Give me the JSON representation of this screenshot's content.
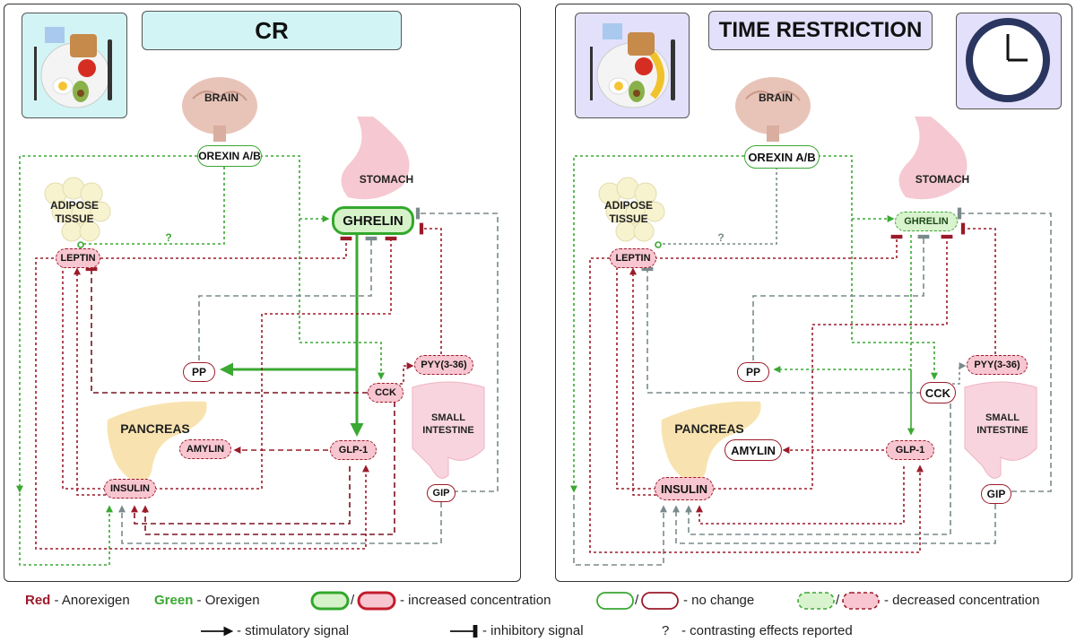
{
  "panels": [
    {
      "title": "CR",
      "labels": {
        "brain": "BRAIN",
        "stomach": "STOMACH",
        "adipose": "ADIPOSE\nTISSUE",
        "pancreas": "PANCREAS",
        "intestine": "SMALL\nINTESTINE"
      },
      "nodes": {
        "orexin": "OREXIN A/B",
        "ghrelin": "GHRELIN",
        "leptin": "LEPTIN",
        "pp": "PP",
        "pyy": "PYY(3-36)",
        "cck": "CCK",
        "amylin": "AMYLIN",
        "glp1": "GLP-1",
        "insulin": "INSULIN",
        "gip": "GIP"
      },
      "question_mark": "?"
    },
    {
      "title": "TIME RESTRICTION",
      "labels": {
        "brain": "BRAIN",
        "stomach": "STOMACH",
        "adipose": "ADIPOSE\nTISSUE",
        "pancreas": "PANCREAS",
        "intestine": "SMALL\nINTESTINE"
      },
      "nodes": {
        "orexin": "OREXIN A/B",
        "ghrelin": "GHRELIN",
        "leptin": "LEPTIN",
        "pp": "PP",
        "pyy": "PYY(3-36)",
        "cck": "CCK",
        "amylin": "AMYLIN",
        "glp1": "GLP-1",
        "insulin": "INSULIN",
        "gip": "GIP"
      },
      "question_mark": "?"
    }
  ],
  "legend": {
    "red_word": "Red",
    "red_desc": "- Anorexigen",
    "green_word": "Green",
    "green_desc": "- Orexigen",
    "slash": "/",
    "increased": "- increased concentration",
    "no_change": "- no change",
    "decreased": "- decreased concentration",
    "stimulatory": "- stimulatory signal",
    "inhibitory": "- inhibitory signal",
    "question": "?",
    "contrasting": "- contrasting effects reported"
  },
  "colors": {
    "green": "#3aa832",
    "red": "#9b1b2a",
    "gray": "#7a8a8c",
    "cr_title_bg": "#d3f4f4",
    "tr_title_bg": "#e3e0fb"
  }
}
